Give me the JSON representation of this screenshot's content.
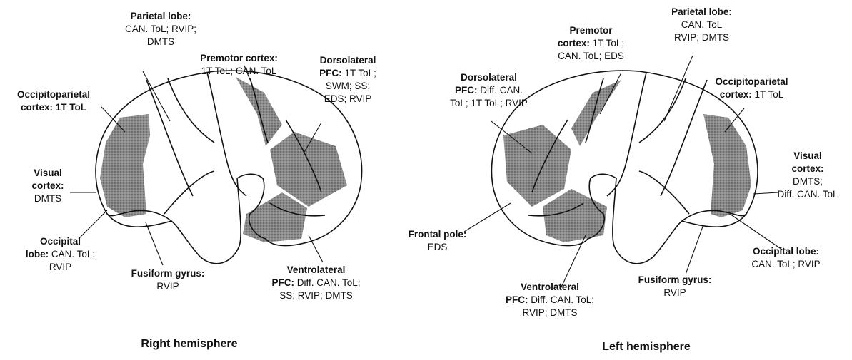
{
  "right": {
    "caption": "Right hemisphere",
    "parietal": {
      "title": "Parietal lobe:",
      "l1": "CAN. ToL; RVIP;",
      "l2": "DMTS"
    },
    "premotor": {
      "title": "Premotor cortex:",
      "l1": "1T ToL; CAN. ToL"
    },
    "dlpfc": {
      "title": "Dorsolateral",
      "title2": "PFC:",
      "l1": "1T ToL;",
      "l2": "SWM; SS;",
      "l3": "EDS; RVIP"
    },
    "occipitoparietal": {
      "title": "Occipitoparietal",
      "title2": "cortex:",
      "l1": "1T ToL"
    },
    "visual": {
      "title": "Visual",
      "title2": "cortex:",
      "l1": "DMTS"
    },
    "occipital": {
      "title": "Occipital",
      "title2": "lobe:",
      "l1": "CAN. ToL;",
      "l2": "RVIP"
    },
    "fusiform": {
      "title": "Fusiform gyrus:",
      "l1": "RVIP"
    },
    "vlpfc": {
      "title": "Ventrolateral",
      "title2": "PFC:",
      "l1": "Diff. CAN. ToL;",
      "l2": "SS; RVIP; DMTS"
    }
  },
  "left": {
    "caption": "Left hemisphere",
    "parietal": {
      "title": "Parietal lobe:",
      "l1": "CAN. ToL",
      "l2": "RVIP; DMTS"
    },
    "premotor": {
      "title": "Premotor",
      "title2": "cortex:",
      "l1": "1T ToL;",
      "l2": "CAN. ToL; EDS"
    },
    "dlpfc": {
      "title": "Dorsolateral",
      "title2": "PFC:",
      "l1": "Diff. CAN.",
      "l2": "ToL; 1T ToL; RVIP"
    },
    "occipitoparietal": {
      "title": "Occipitoparietal",
      "title2": "cortex:",
      "l1": "1T ToL"
    },
    "visual": {
      "title": "Visual",
      "title2": "cortex:",
      "l1": "DMTS;",
      "l2": "Diff. CAN. ToL"
    },
    "frontalpole": {
      "title": "Frontal pole:",
      "l1": "EDS"
    },
    "vlpfc": {
      "title": "Ventrolateral",
      "title2": "PFC:",
      "l1": "Diff. CAN. ToL;",
      "l2": "RVIP; DMTS"
    },
    "fusiform": {
      "title": "Fusiform gyrus:",
      "l1": "RVIP"
    },
    "occipital": {
      "title": "Occipital lobe:",
      "l1": "CAN. ToL; RVIP"
    }
  }
}
